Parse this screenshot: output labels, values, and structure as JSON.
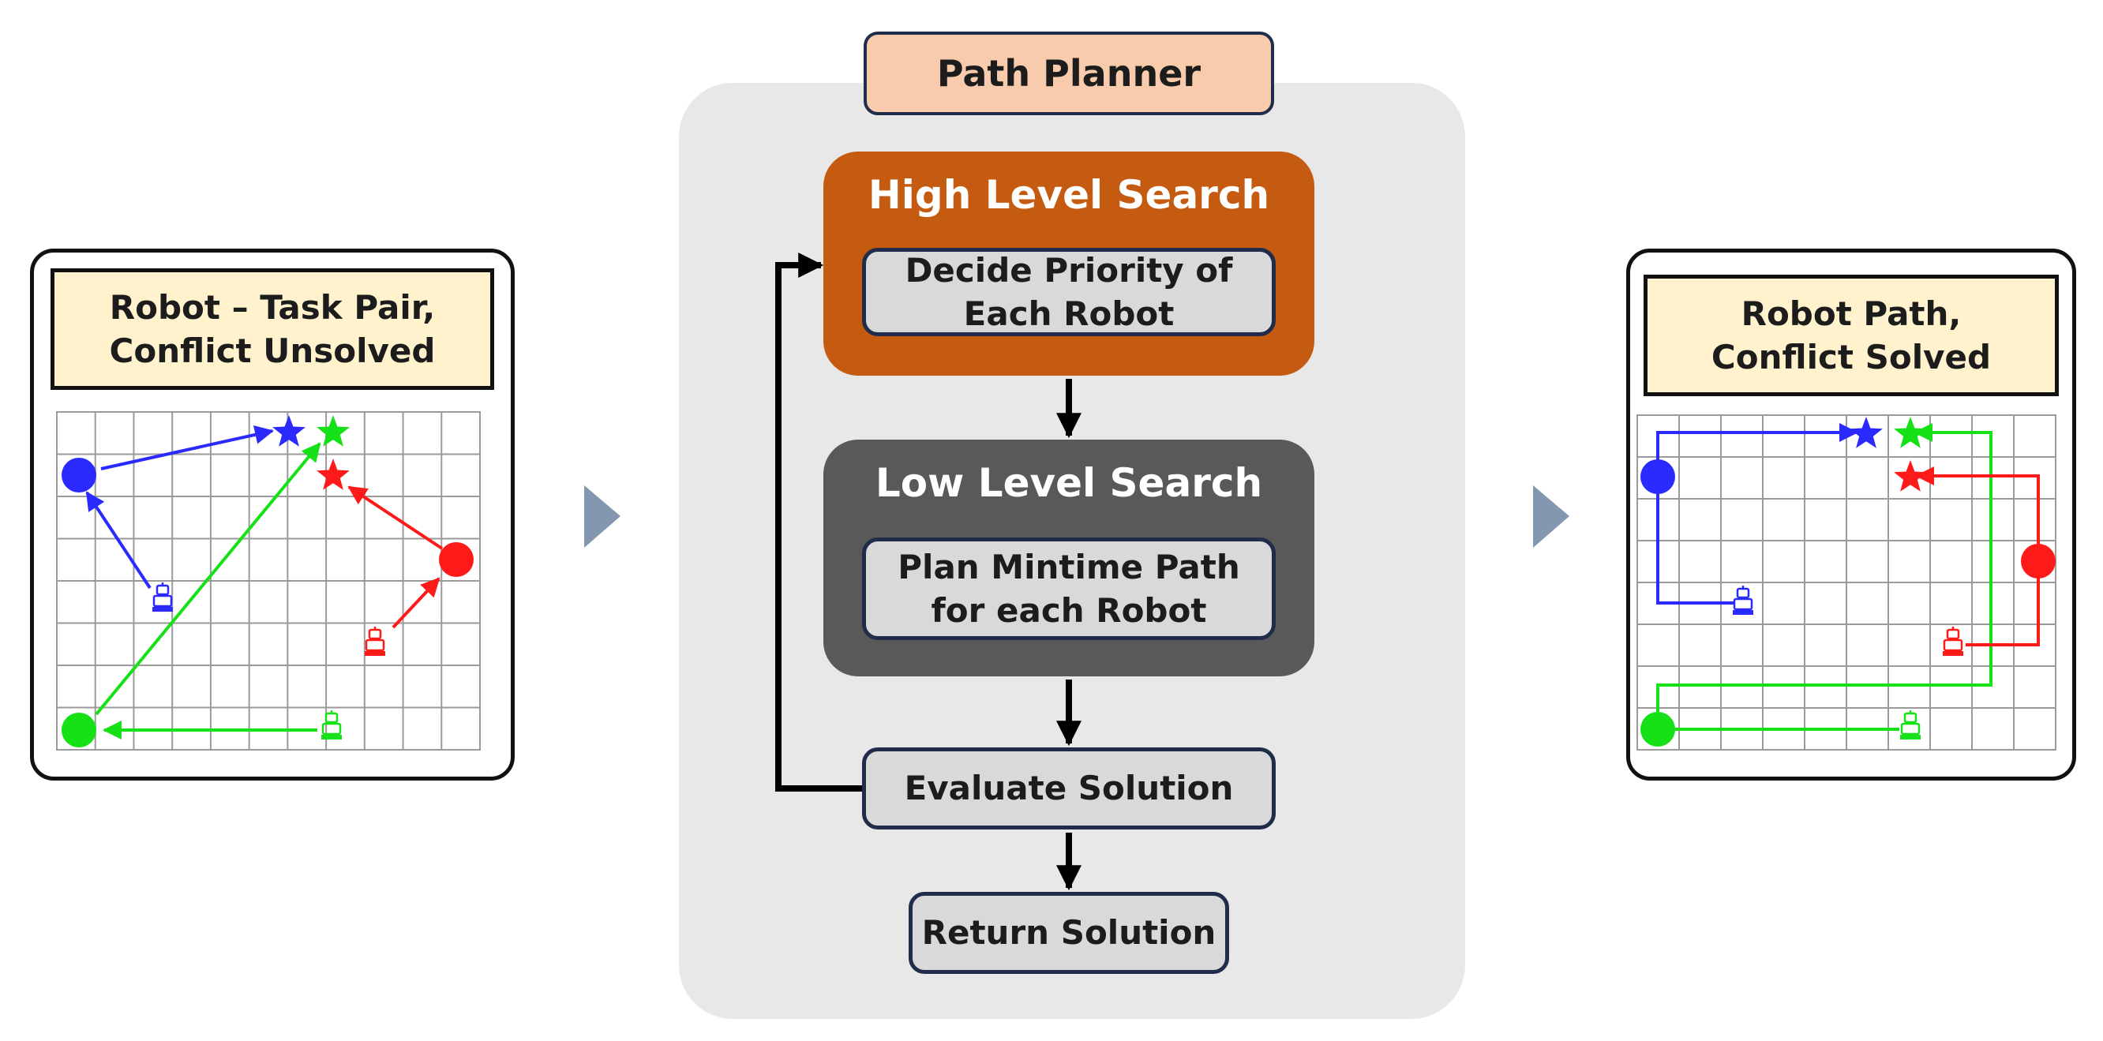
{
  "left_panel": {
    "label_line1": "Robot – Task Pair,",
    "label_line2": "Conflict Unsolved"
  },
  "planner": {
    "title": "Path Planner",
    "high_level": {
      "title": "High Level Search",
      "step_line1": "Decide Priority of",
      "step_line2": "Each Robot"
    },
    "low_level": {
      "title": "Low Level Search",
      "step_line1": "Plan Mintime Path",
      "step_line2": "for each Robot"
    },
    "evaluate": "Evaluate Solution",
    "return": "Return Solution"
  },
  "right_panel": {
    "label_line1": "Robot Path,",
    "label_line2": "Conflict Solved"
  },
  "colors": {
    "blue": "#2a2aff",
    "green": "#16e016",
    "red": "#ff1a1a",
    "title_fill": "#f8cbad",
    "high_fill": "#c55a11",
    "low_fill": "#595959",
    "label_fill": "#fff2cc",
    "panel_fill": "#e8e8e8",
    "step_arrow": "#8497b0"
  },
  "icons": {
    "robot": "robot-icon",
    "task": "star-icon",
    "start": "circle-marker"
  }
}
